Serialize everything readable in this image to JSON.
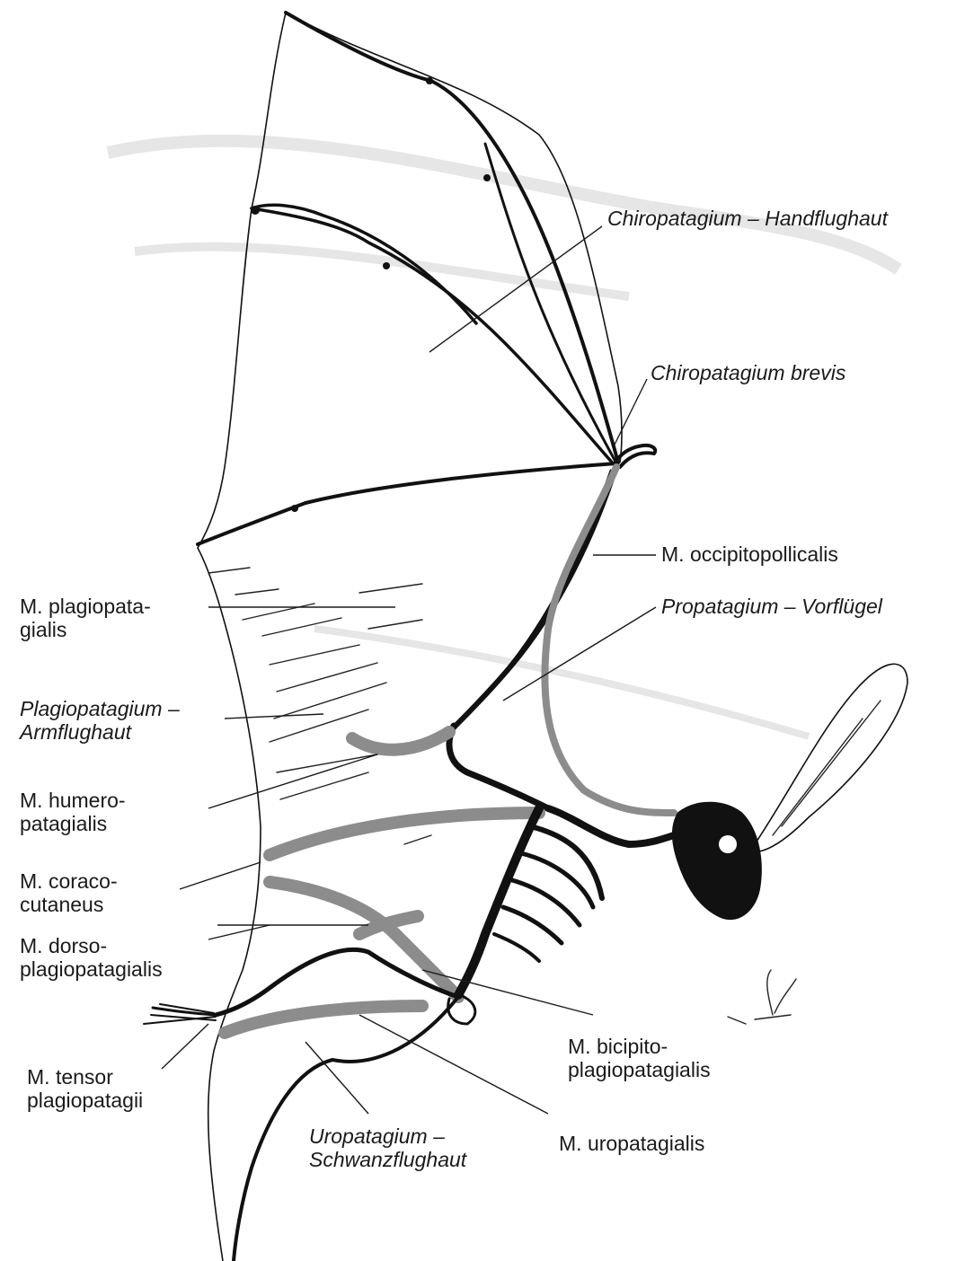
{
  "labels": {
    "chiropatagium": "Chiropatagium – Handflughaut",
    "chiropatagium_brevis": "Chiropatagium brevis",
    "occipitopollicalis": "M. occipitopollicalis",
    "propatagium": "Propatagium – Vorflügel",
    "plagiopatagialis_1": "M. plagiopata-",
    "plagiopatagialis_2": "gialis",
    "plagiopatagium_1": "Plagiopatagium –",
    "plagiopatagium_2": "Armflughaut",
    "humeropatagialis_1": "M. humero-",
    "humeropatagialis_2": "patagialis",
    "coracocutaneus_1": "M. coraco-",
    "coracocutaneus_2": "cutaneus",
    "dorsoplagio_1": "M. dorso-",
    "dorsoplagio_2": "plagiopatagialis",
    "tensor_1": "M. tensor",
    "tensor_2": "plagiopatagii",
    "bicipito_1": "M. bicipito-",
    "bicipito_2": "plagiopatagialis",
    "uropatagium_1": "Uropatagium –",
    "uropatagium_2": "Schwanzflughaut",
    "uropatagialis": "M. uropatagialis"
  },
  "colors": {
    "ink": "#111111",
    "muscle": "#8c8c8c",
    "background": "#ffffff"
  }
}
